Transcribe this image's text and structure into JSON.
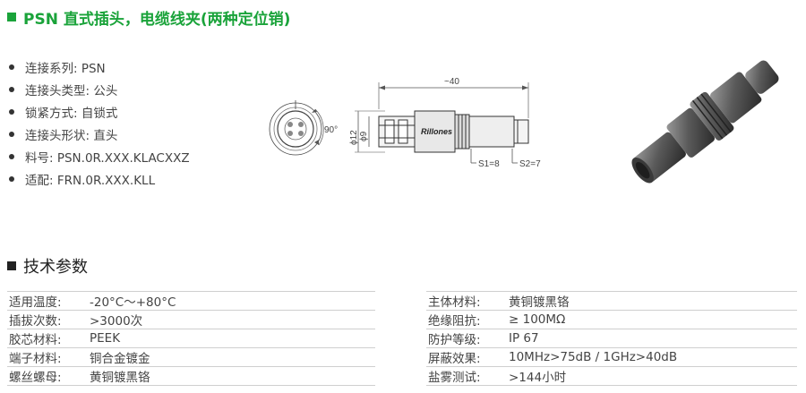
{
  "title": "PSN 直式插头，电缆线夹(两种定位销)",
  "specs": [
    {
      "label": "连接系列: PSN"
    },
    {
      "label": "连接头类型: 公头"
    },
    {
      "label": "锁紧方式: 自锁式"
    },
    {
      "label": "连接头形状: 直头"
    },
    {
      "label": "料号: PSN.0R.XXX.KLACXXZ"
    },
    {
      "label": "适配: FRN.0R.XXX.KLL"
    }
  ],
  "drawing": {
    "overall_length": "~40",
    "angle": "90°",
    "dia_outer": "ϕ12",
    "dia_inner": "ϕ9",
    "s1": "S1=8",
    "s2": "S2=7",
    "brand": "Rillones"
  },
  "section_title": "技术参数",
  "params_left": [
    {
      "key": "适用温度:",
      "value": "-20°C～+80°C"
    },
    {
      "key": "插拔次数:",
      "value": ">3000次"
    },
    {
      "key": "胶芯材料:",
      "value": "PEEK"
    },
    {
      "key": "端子材料:",
      "value": "铜合金镀金"
    },
    {
      "key": "螺丝螺母:",
      "value": "黄铜镀黑铬"
    }
  ],
  "params_right": [
    {
      "key": "主体材料:",
      "value": "黄铜镀黑铬"
    },
    {
      "key": "绝缘阻抗:",
      "value": "≥ 100MΩ"
    },
    {
      "key": "防护等级:",
      "value": "IP 67"
    },
    {
      "key": "屏蔽效果:",
      "value": "10MHz>75dB / 1GHz>40dB"
    },
    {
      "key": "盐雾测试:",
      "value": ">144小时"
    }
  ],
  "colors": {
    "accent": "#1aa33a"
  }
}
